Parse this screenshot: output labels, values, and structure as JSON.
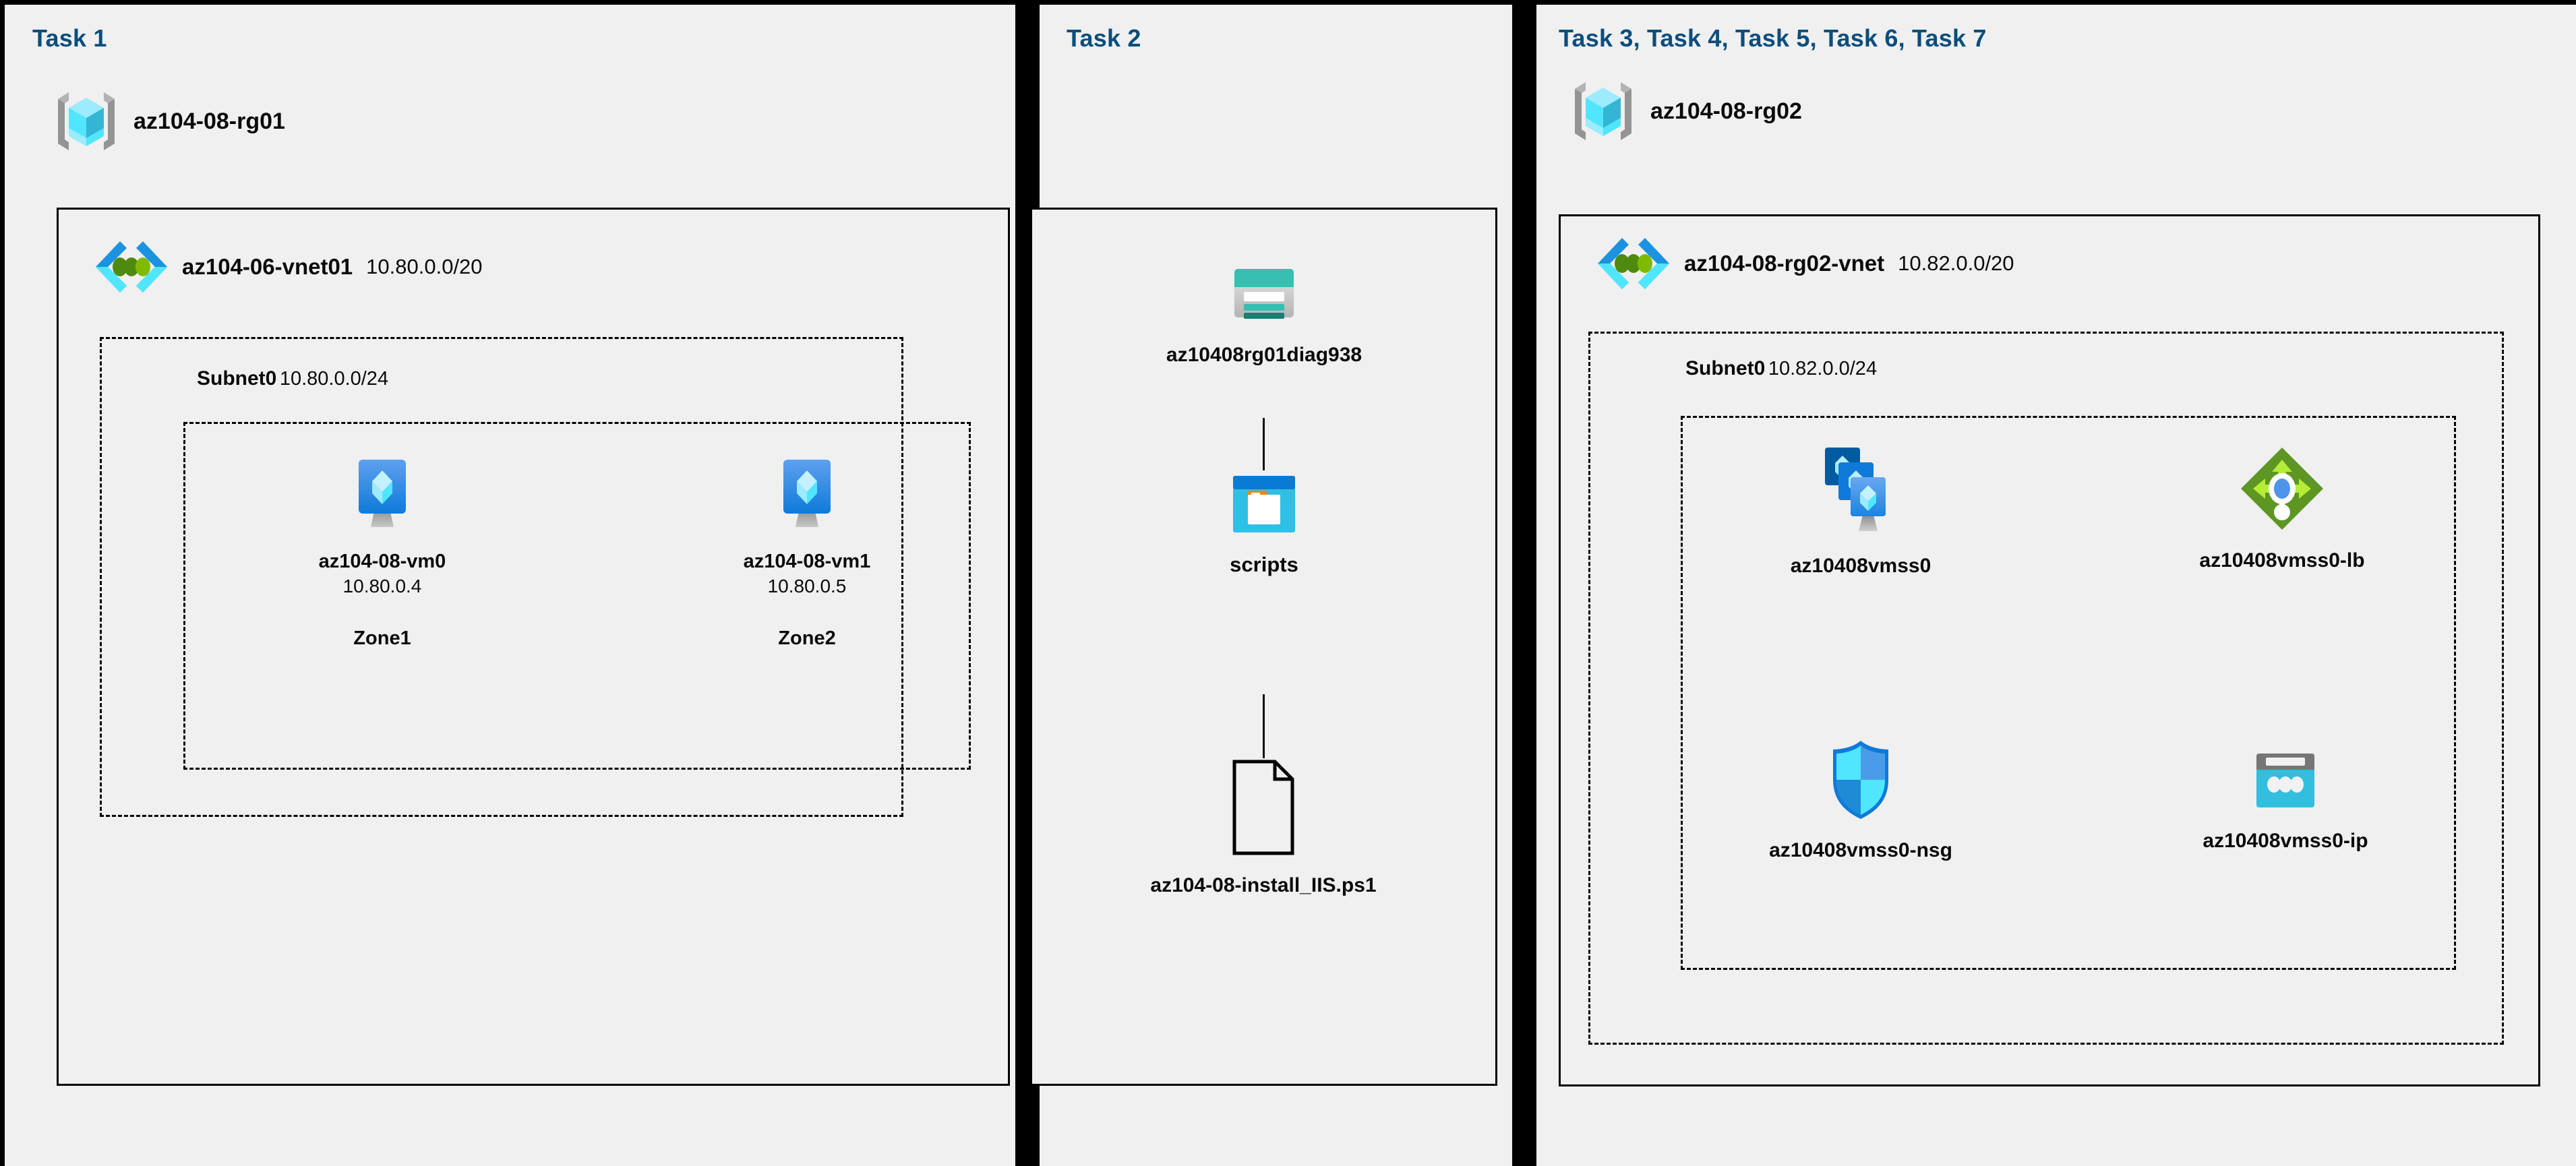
{
  "columns": [
    {
      "id": "task1",
      "label": "Task 1",
      "resource_group": {
        "name": "az104-08-rg01",
        "icon": "resource-group-icon"
      },
      "vnet": {
        "name": "az104-06-vnet01",
        "cidr": "10.80.0.0/20",
        "icon": "virtual-network-icon"
      },
      "subnet": {
        "name": "Subnet0",
        "cidr": "10.80.0.0/24"
      },
      "vms": [
        {
          "name": "az104-08-vm0",
          "ip": "10.80.0.4",
          "zone": "Zone1",
          "icon": "virtual-machine-icon"
        },
        {
          "name": "az104-08-vm1",
          "ip": "10.80.0.5",
          "zone": "Zone2",
          "icon": "virtual-machine-icon"
        }
      ]
    },
    {
      "id": "task2",
      "label": "Task 2",
      "nodes": [
        {
          "name": "az10408rg01diag938",
          "icon": "storage-account-icon"
        },
        {
          "name": "scripts",
          "icon": "blob-container-icon"
        },
        {
          "name": "az104-08-install_IIS.ps1",
          "icon": "file-icon"
        }
      ]
    },
    {
      "id": "task3to7",
      "label": "Task 3, Task 4, Task 5, Task 6, Task 7",
      "resource_group": {
        "name": "az104-08-rg02",
        "icon": "resource-group-icon"
      },
      "vnet": {
        "name": "az104-08-rg02-vnet",
        "cidr": "10.82.0.0/20",
        "icon": "virtual-network-icon"
      },
      "subnet": {
        "name": "Subnet0",
        "cidr": "10.82.0.0/24"
      },
      "resources": [
        {
          "name": "az10408vmss0",
          "icon": "vm-scale-set-icon"
        },
        {
          "name": "az10408vmss0-lb",
          "icon": "load-balancer-icon"
        },
        {
          "name": "az10408vmss0-nsg",
          "icon": "network-security-group-icon"
        },
        {
          "name": "az10408vmss0-ip",
          "icon": "public-ip-address-icon"
        }
      ]
    }
  ],
  "colors": {
    "task_label": "#0a4e7d",
    "canvas_background": "#f0f0f0",
    "divider": "#000000",
    "azure_blue": "#0078d4",
    "azure_cyan": "#50e6ff",
    "storage_teal": "#37bfb1",
    "lb_green": "#5e9624",
    "nsg_blue": "#32bedd",
    "text": "#0a0a0a"
  }
}
